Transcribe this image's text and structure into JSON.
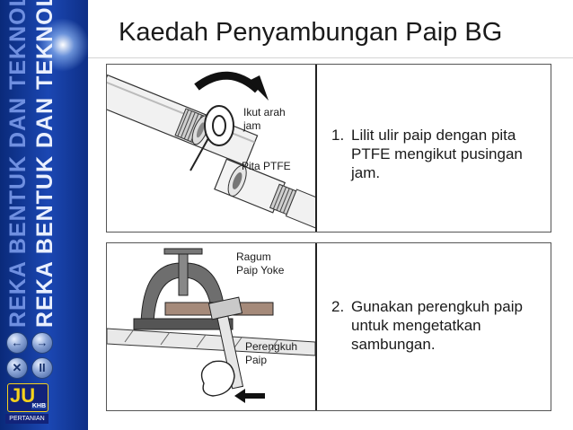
{
  "sidebar": {
    "vertical_text_back": "REKA BENTUK DAN TEKNOLOGI",
    "vertical_text_front": "REKA BENTUK DAN TEKNOLOGI",
    "logo_main": "JU",
    "logo_sub": "KHB",
    "logo_caption": "PERTANIAN",
    "nav": {
      "prev": "←",
      "next": "→",
      "close": "✕",
      "pause": "II"
    }
  },
  "slide": {
    "title": "Kaedah Penyambungan Paip BG"
  },
  "panels": [
    {
      "labels": {
        "direction": "Ikut arah\njam",
        "tape": "Pita PTFE"
      },
      "step_number": "1.",
      "step_text": "Lilit ulir paip dengan pita PTFE mengikut pusingan jam."
    },
    {
      "labels": {
        "vise": "Ragum\nPaip Yoke",
        "wrench": "Perengkuh\nPaip"
      },
      "step_number": "2.",
      "step_text": "Gunakan perengkuh paip untuk mengetatkan sambungan."
    }
  ],
  "colors": {
    "sidebar": "#1b47b3",
    "logo_accent": "#f6d21c",
    "border": "#555555"
  }
}
